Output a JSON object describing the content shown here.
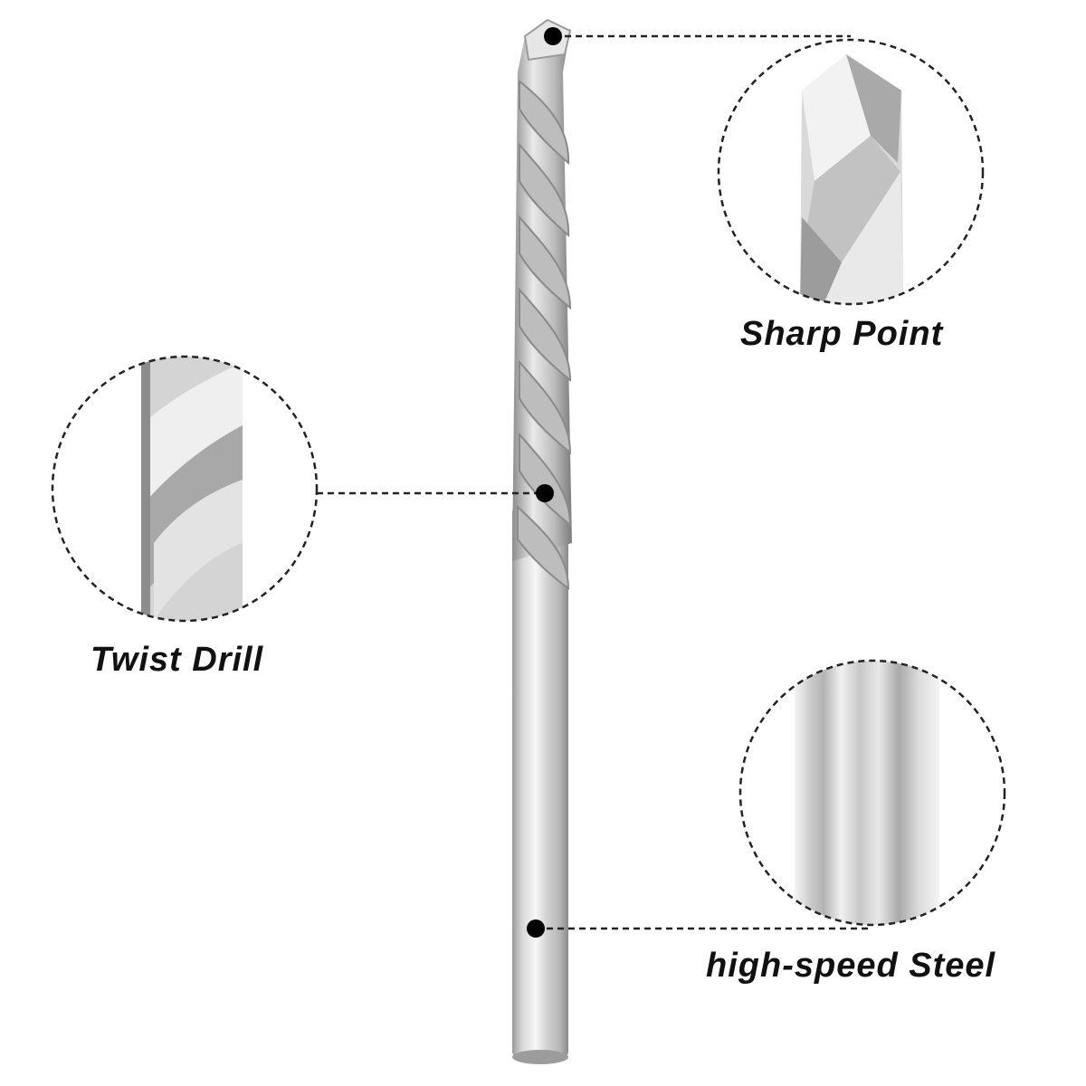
{
  "callouts": {
    "sharp_point": "Sharp Point",
    "twist_drill": "Twist Drill",
    "high_speed_steel": "high-speed Steel"
  },
  "colors": {
    "background": "#ffffff",
    "label_text": "#111111",
    "leader_line": "#222222",
    "steel_light": "#f2f2f2",
    "steel_mid": "#cfcfcf",
    "steel_dark": "#8e8e8e"
  }
}
